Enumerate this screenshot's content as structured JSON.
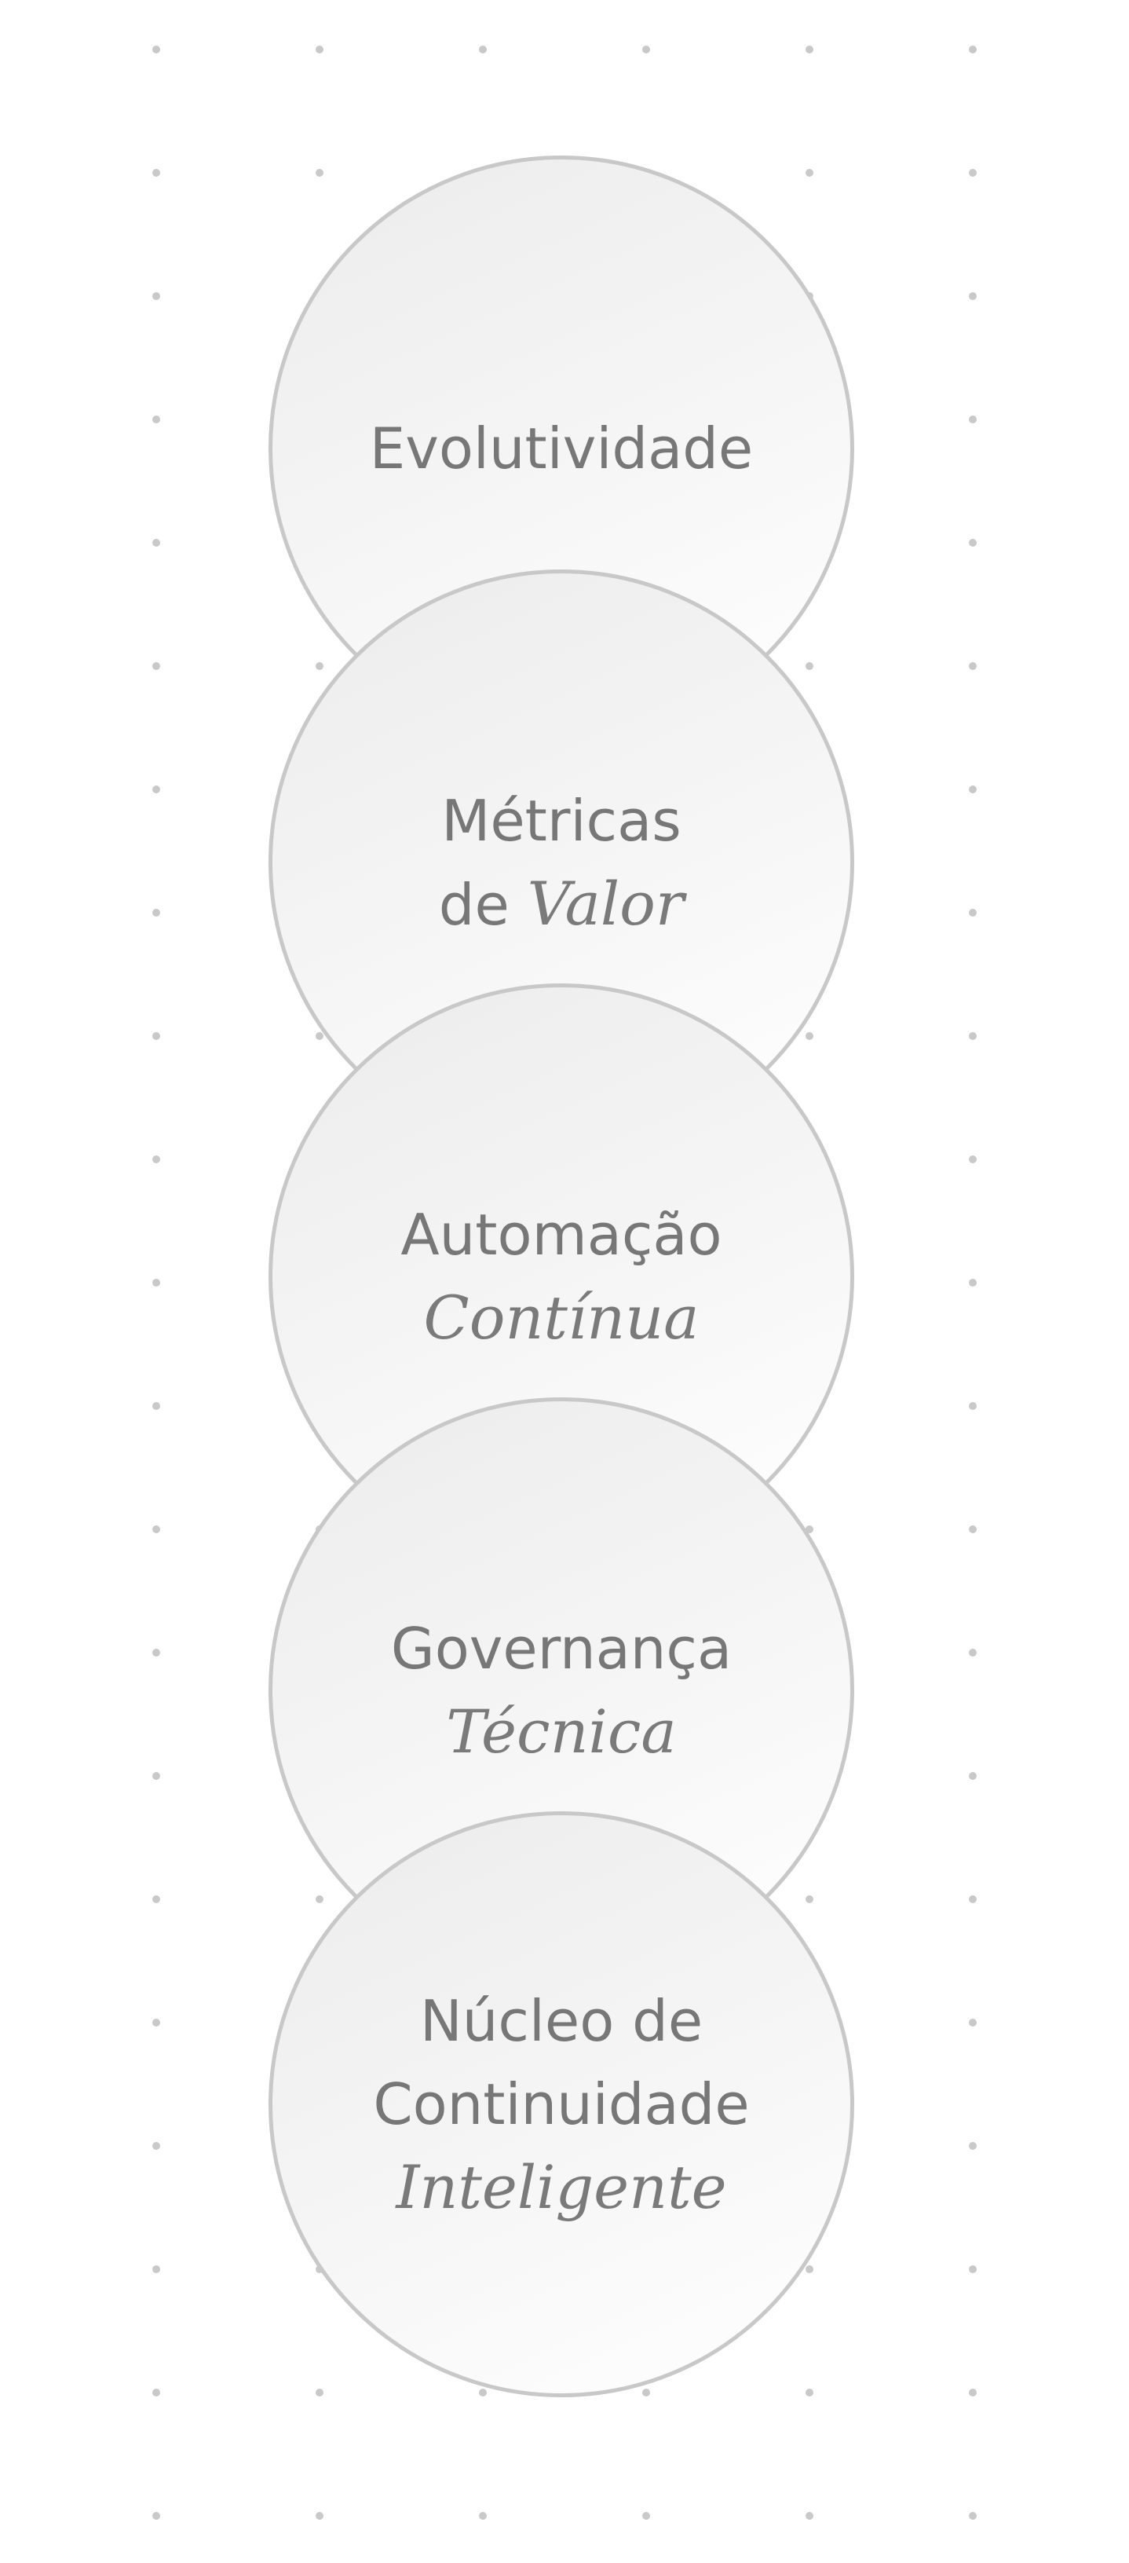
{
  "colors": {
    "background": "#ffffff",
    "dot": "#c9c9c9",
    "circle_border": "#c8c8c8",
    "circle_fill_top": "#ececec",
    "circle_fill_bottom": "#ffffff",
    "text": "#777777"
  },
  "circles": [
    {
      "line1": "Evolutividade",
      "line2_plain": "",
      "line2_italic": "",
      "line3_italic": ""
    },
    {
      "line1": "Métricas",
      "line2_plain": "de ",
      "line2_italic": "Valor",
      "line3_italic": ""
    },
    {
      "line1": "Automação",
      "line2_plain": "",
      "line2_italic": "Contínua",
      "line3_italic": ""
    },
    {
      "line1": "Governança",
      "line2_plain": "",
      "line2_italic": "Técnica",
      "line3_italic": ""
    },
    {
      "line1": "Núcleo de",
      "line2_plain": "Continuidade",
      "line2_italic": "",
      "line3_italic": "Inteligente"
    }
  ]
}
